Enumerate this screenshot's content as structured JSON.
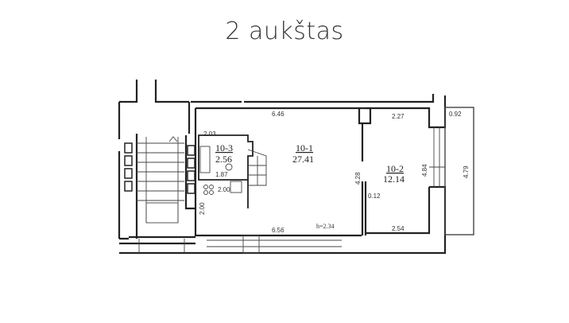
{
  "title": "2 aukštas",
  "rooms": [
    {
      "id": "10-1",
      "area": "27.41"
    },
    {
      "id": "10-2",
      "area": "12.14"
    },
    {
      "id": "10-3",
      "area": "2.56"
    }
  ],
  "dimensions": {
    "top_main": "6.46",
    "bottom_main": "6.56",
    "bath_top": "2.03",
    "bath_bottom": "1.87",
    "kitchen": "2.00",
    "left_vertical": "2.00",
    "partition_height": "4.28",
    "partition_thickness": "0.12",
    "room2_top": "2.27",
    "room2_bottom": "2.54",
    "room2_height": "4.84",
    "balcony_width": "0.92",
    "balcony_length": "4.79",
    "ceiling_height": "h=2.34"
  }
}
